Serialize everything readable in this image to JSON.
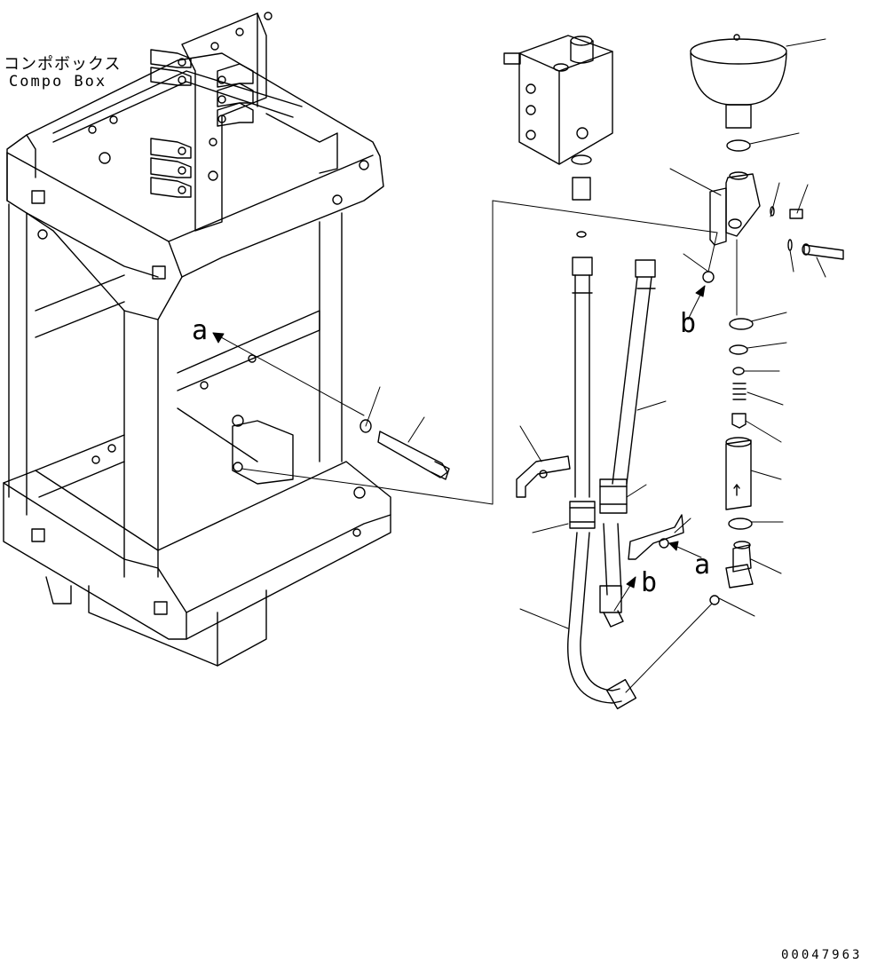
{
  "labels": {
    "compo_box_jp": "コンポボックス",
    "compo_box_en": "Compo Box",
    "ref_a_upper": "a",
    "ref_b_upper": "b",
    "ref_a_lower": "a",
    "ref_b_lower": "b",
    "drawing_number": "00047963"
  },
  "colors": {
    "line": "#000000",
    "background": "#ffffff"
  }
}
